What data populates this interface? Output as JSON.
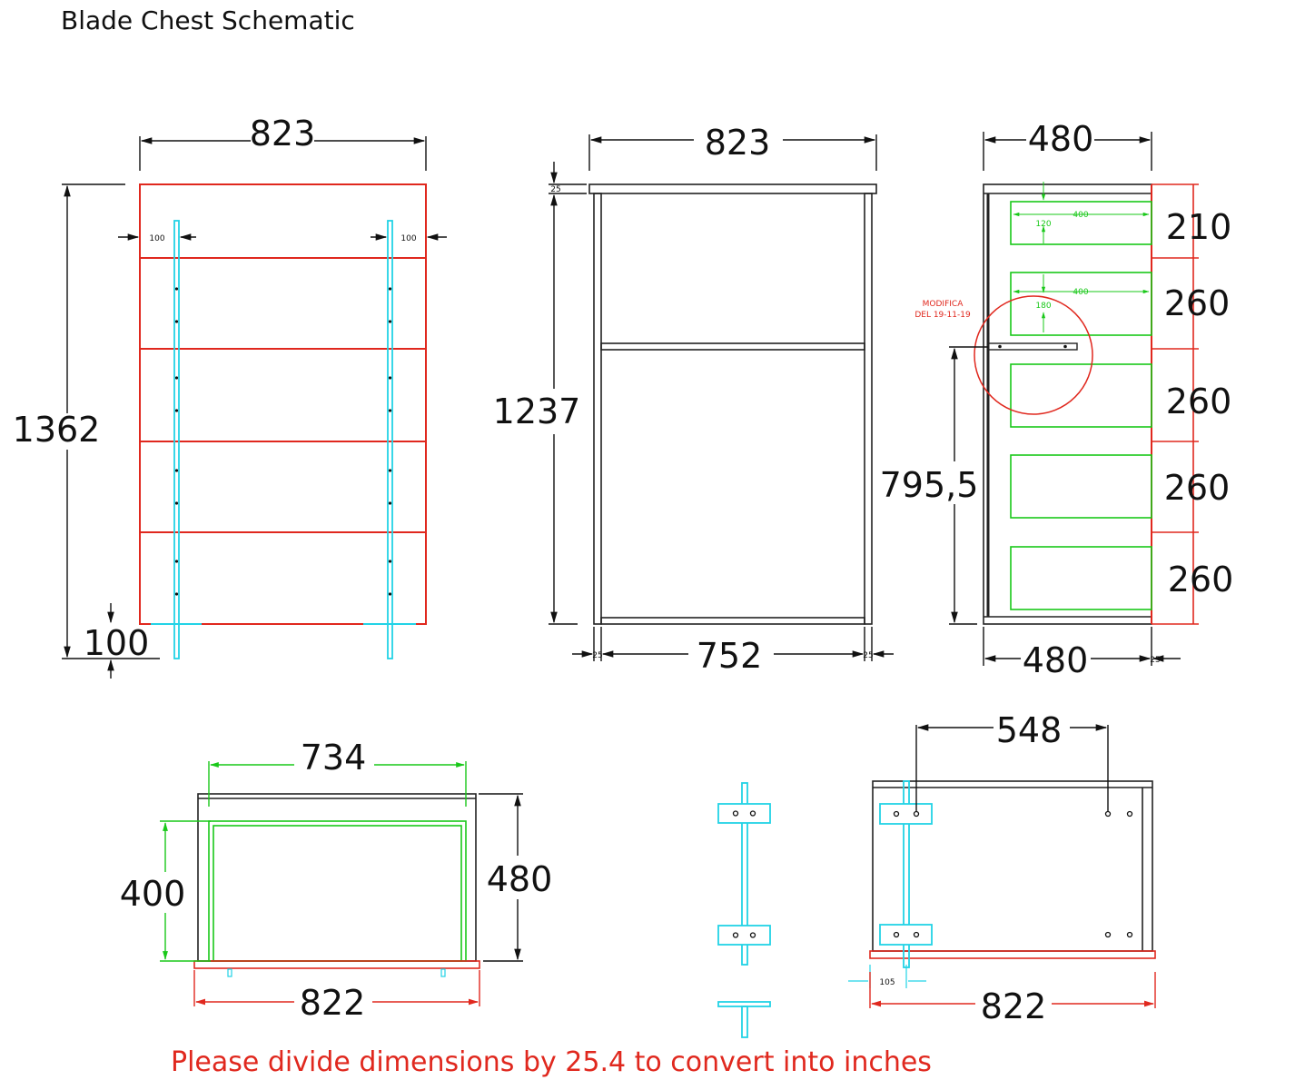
{
  "title": "Blade Chest Schematic",
  "note": "Please divide dimensions by 25.4 to convert into inches",
  "views": {
    "front_frame": {
      "width": "823",
      "height": "1362",
      "foot": "100",
      "offset_left": "100",
      "offset_right": "100"
    },
    "front_cabinet": {
      "width": "823",
      "height": "1237",
      "top_thickness": "25",
      "inner_width": "752",
      "side_left": "25",
      "side_right": "25"
    },
    "side": {
      "width_top": "480",
      "width_bottom": "480",
      "side_offset": "25",
      "shelf_heights": [
        "210",
        "260",
        "260",
        "260",
        "260"
      ],
      "rail_height": "795,5",
      "inner_depth_1": "400",
      "inner_depth_2": "400",
      "offset_a": "120",
      "offset_b": "180",
      "revision_note_1": "MODIFICA",
      "revision_note_2": "DEL 19-11-19"
    },
    "drawer": {
      "inner_width": "734",
      "inner_height": "400",
      "height": "480",
      "width": "822"
    },
    "back": {
      "spacing": "548",
      "bracket_offset": "105",
      "width": "822"
    }
  },
  "colors": {
    "outline": "#222222",
    "frame": "#e0281e",
    "drawer": "#19c819",
    "rail": "#22d3e6",
    "note": "#e0281e"
  }
}
